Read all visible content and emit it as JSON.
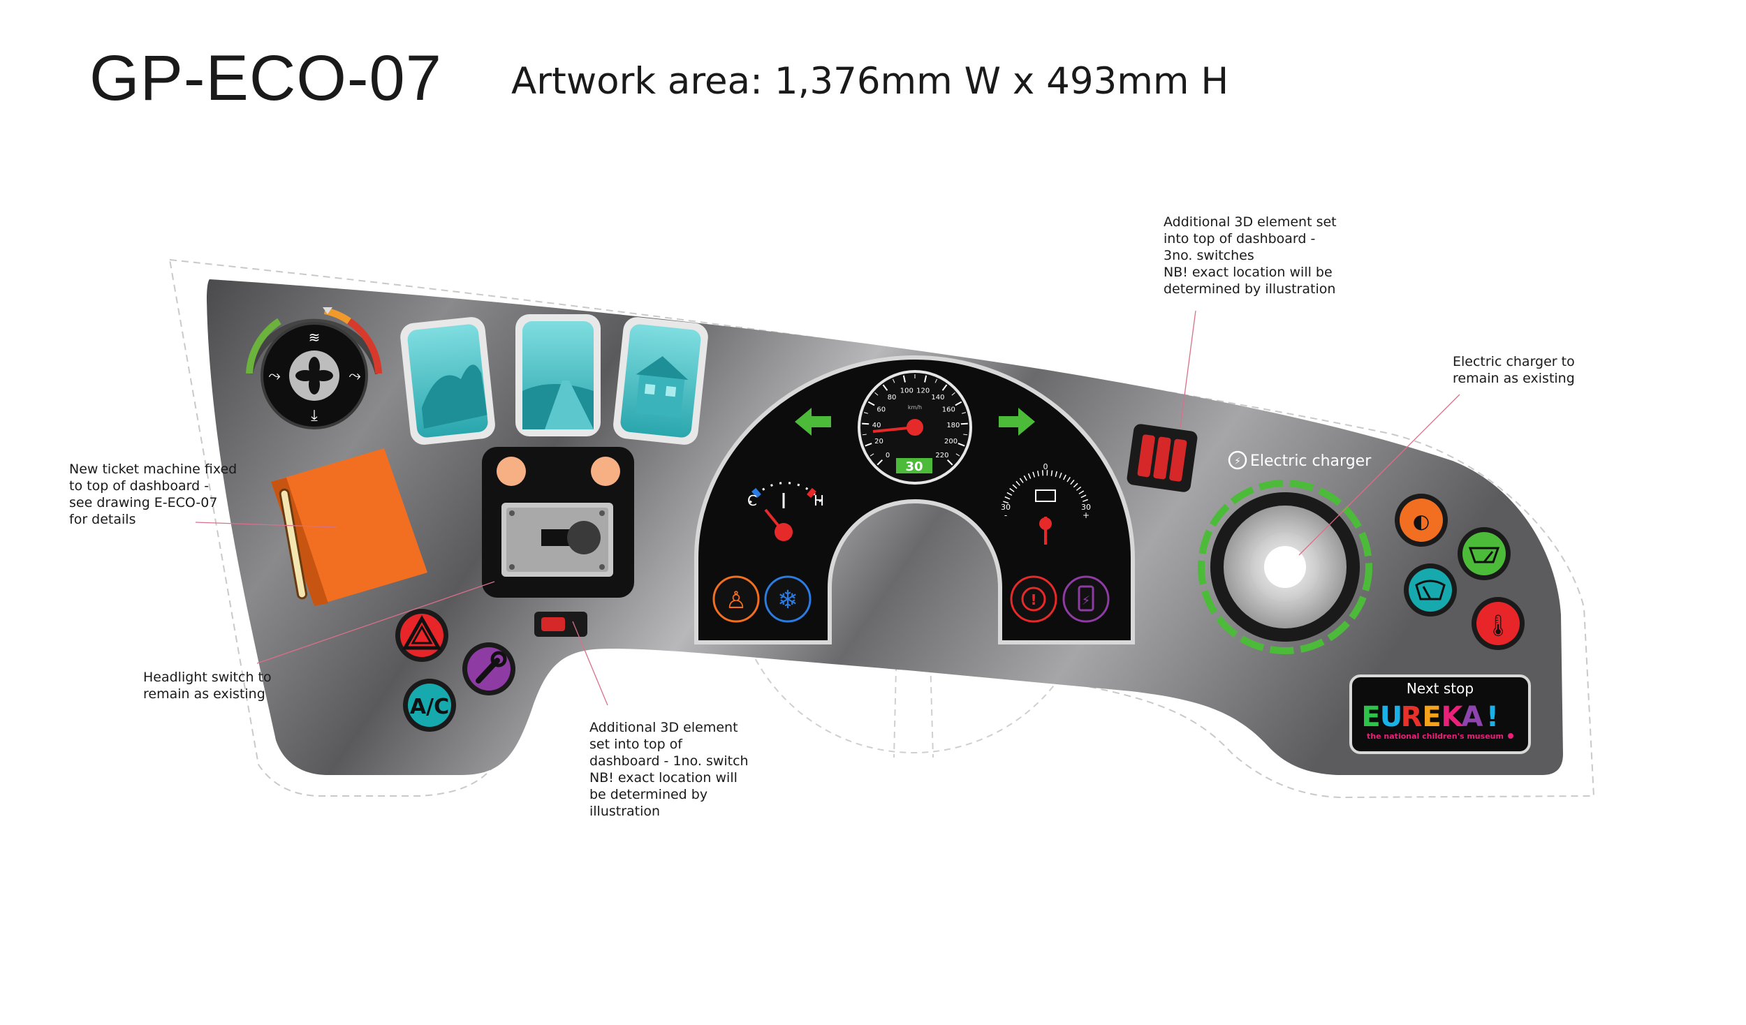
{
  "header": {
    "title": "GP-ECO-07",
    "subtitle": "Artwork area: 1,376mm W x 493mm H"
  },
  "annotations": {
    "switches_top": [
      "Additional 3D element set",
      "into top of dashboard -",
      "3no. switches",
      "NB! exact location will be",
      "determined by illustration"
    ],
    "charger": [
      "Electric charger to",
      "remain as existing"
    ],
    "ticket_machine": [
      "New ticket machine fixed",
      "to top of dashboard -",
      "see drawing E-ECO-07",
      "for details"
    ],
    "headlight": [
      "Headlight switch to",
      "remain as existing"
    ],
    "switch_single": [
      "Additional 3D element",
      "set into top of",
      "dashboard - 1no. switch",
      "NB! exact location will",
      "be determined by",
      "illustration"
    ]
  },
  "dashboard": {
    "charger_label": "Electric charger",
    "ac_label": "A/C",
    "fuel_cold": "C",
    "fuel_hot": "H",
    "speed_display": "30",
    "speed_ticks": [
      "0",
      "20",
      "40",
      "60",
      "80",
      "100",
      "120",
      "140",
      "160",
      "180",
      "200",
      "220"
    ],
    "speed_unit": "km/h",
    "battery_gauge": {
      "top": "0",
      "left": "30",
      "right": "30",
      "minus": "-",
      "plus": "+"
    },
    "next_stop": "Next stop",
    "brand": "EUREKA!",
    "brand_tagline": "the national children's museum",
    "brand_colors": [
      "#2ec44a",
      "#1ab0e8",
      "#e8312a",
      "#f7a21b",
      "#ec1f7a",
      "#8e44ad",
      "#1ab0e8"
    ]
  }
}
